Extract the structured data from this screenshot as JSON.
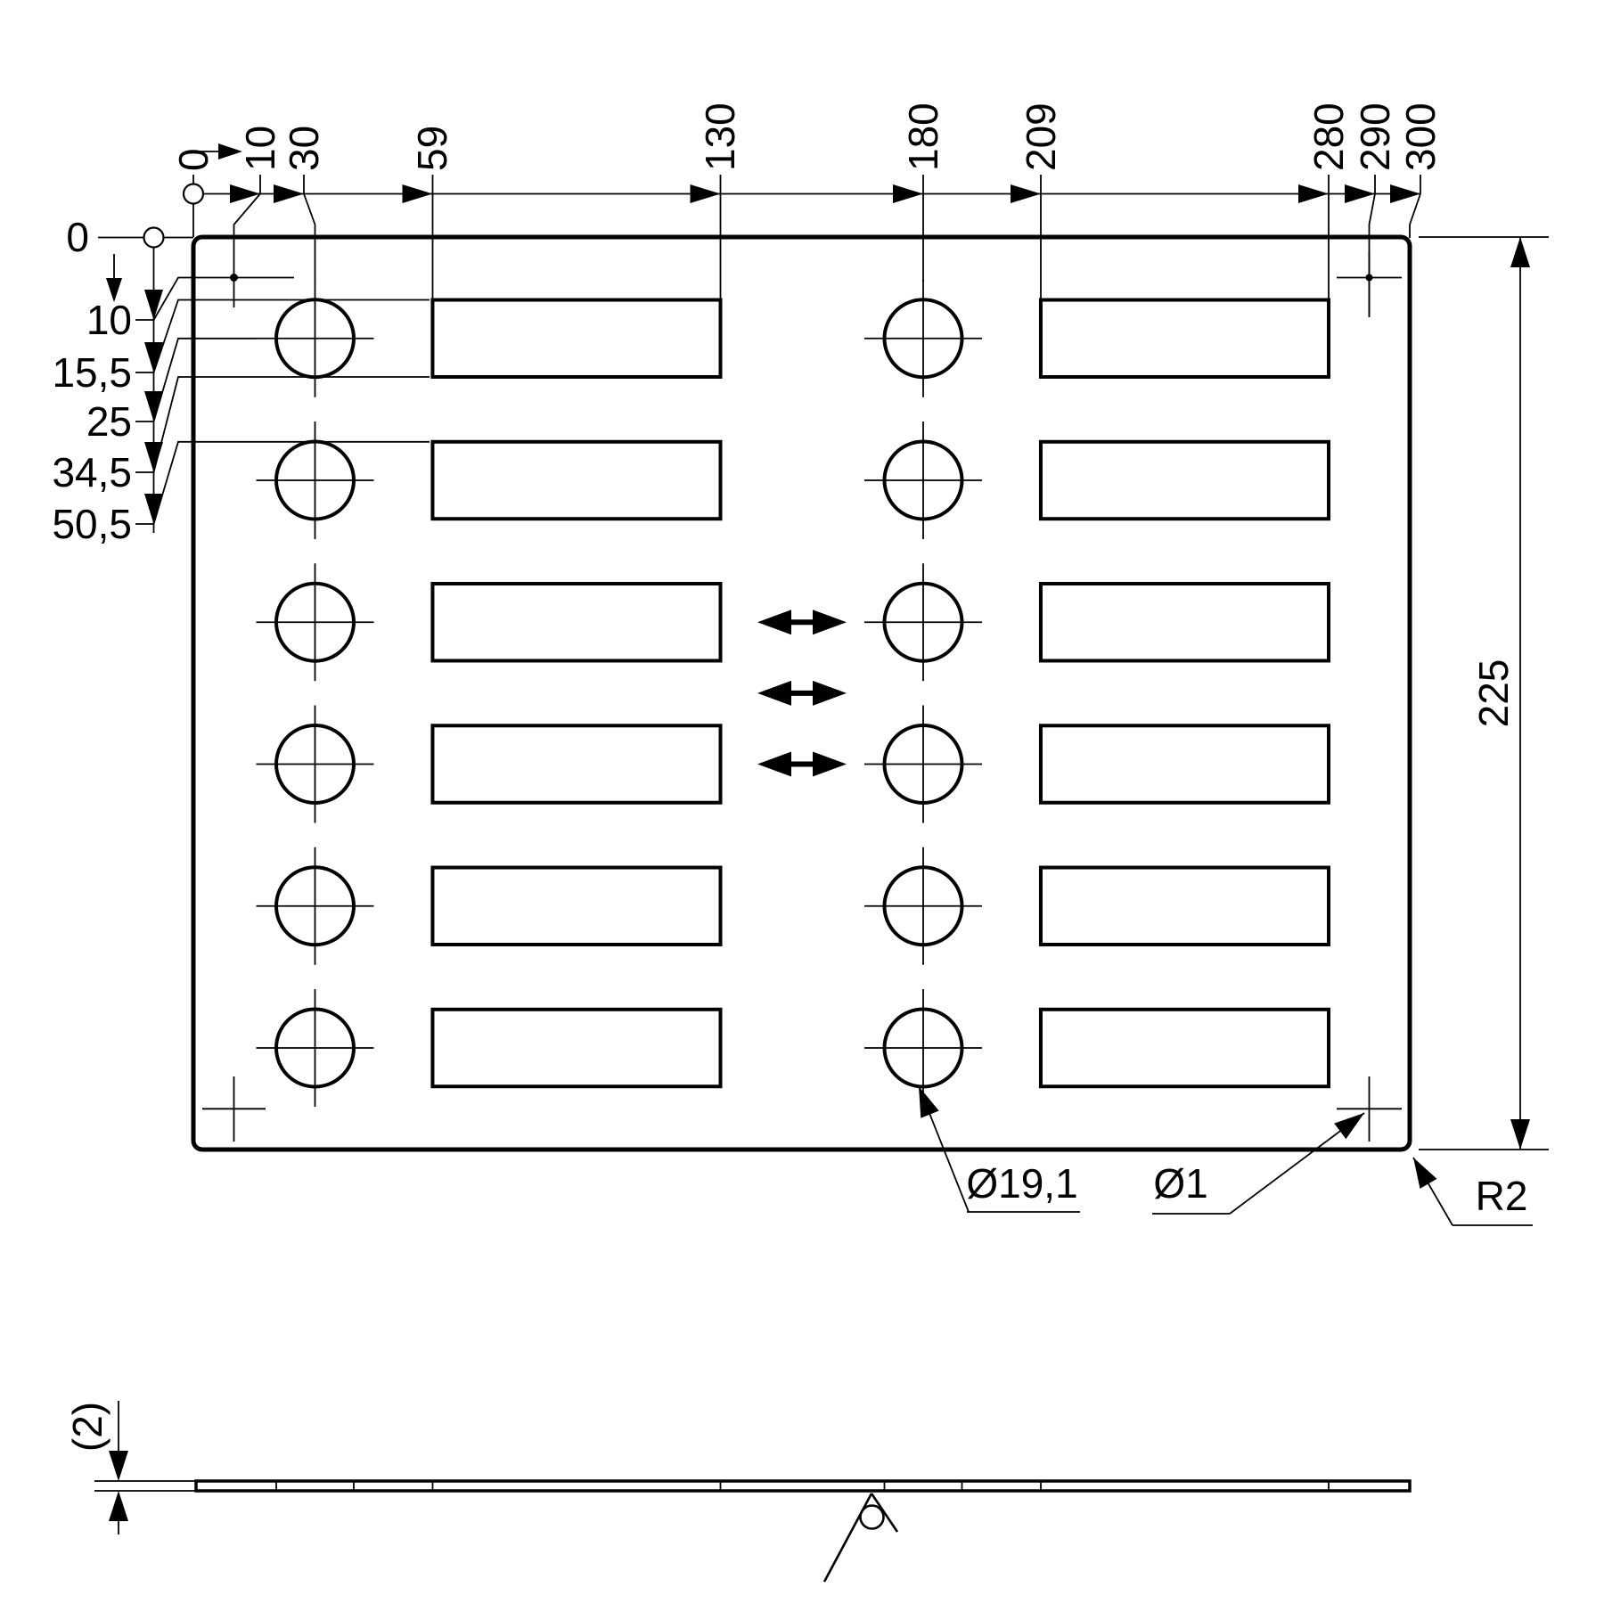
{
  "drawing": {
    "top_ordinates": [
      "0",
      "10",
      "30",
      "59",
      "130",
      "180",
      "209",
      "280",
      "290",
      "300"
    ],
    "left_ordinates": [
      "0",
      "10",
      "15,5",
      "25",
      "34,5",
      "50,5"
    ],
    "overall_height": "225",
    "hole_diameter": "Ø19,1",
    "small_hole_diameter": "Ø1",
    "corner_radius": "R2",
    "sheet_thickness": "(2)",
    "line_color": "#000000",
    "background_color": "#ffffff"
  }
}
